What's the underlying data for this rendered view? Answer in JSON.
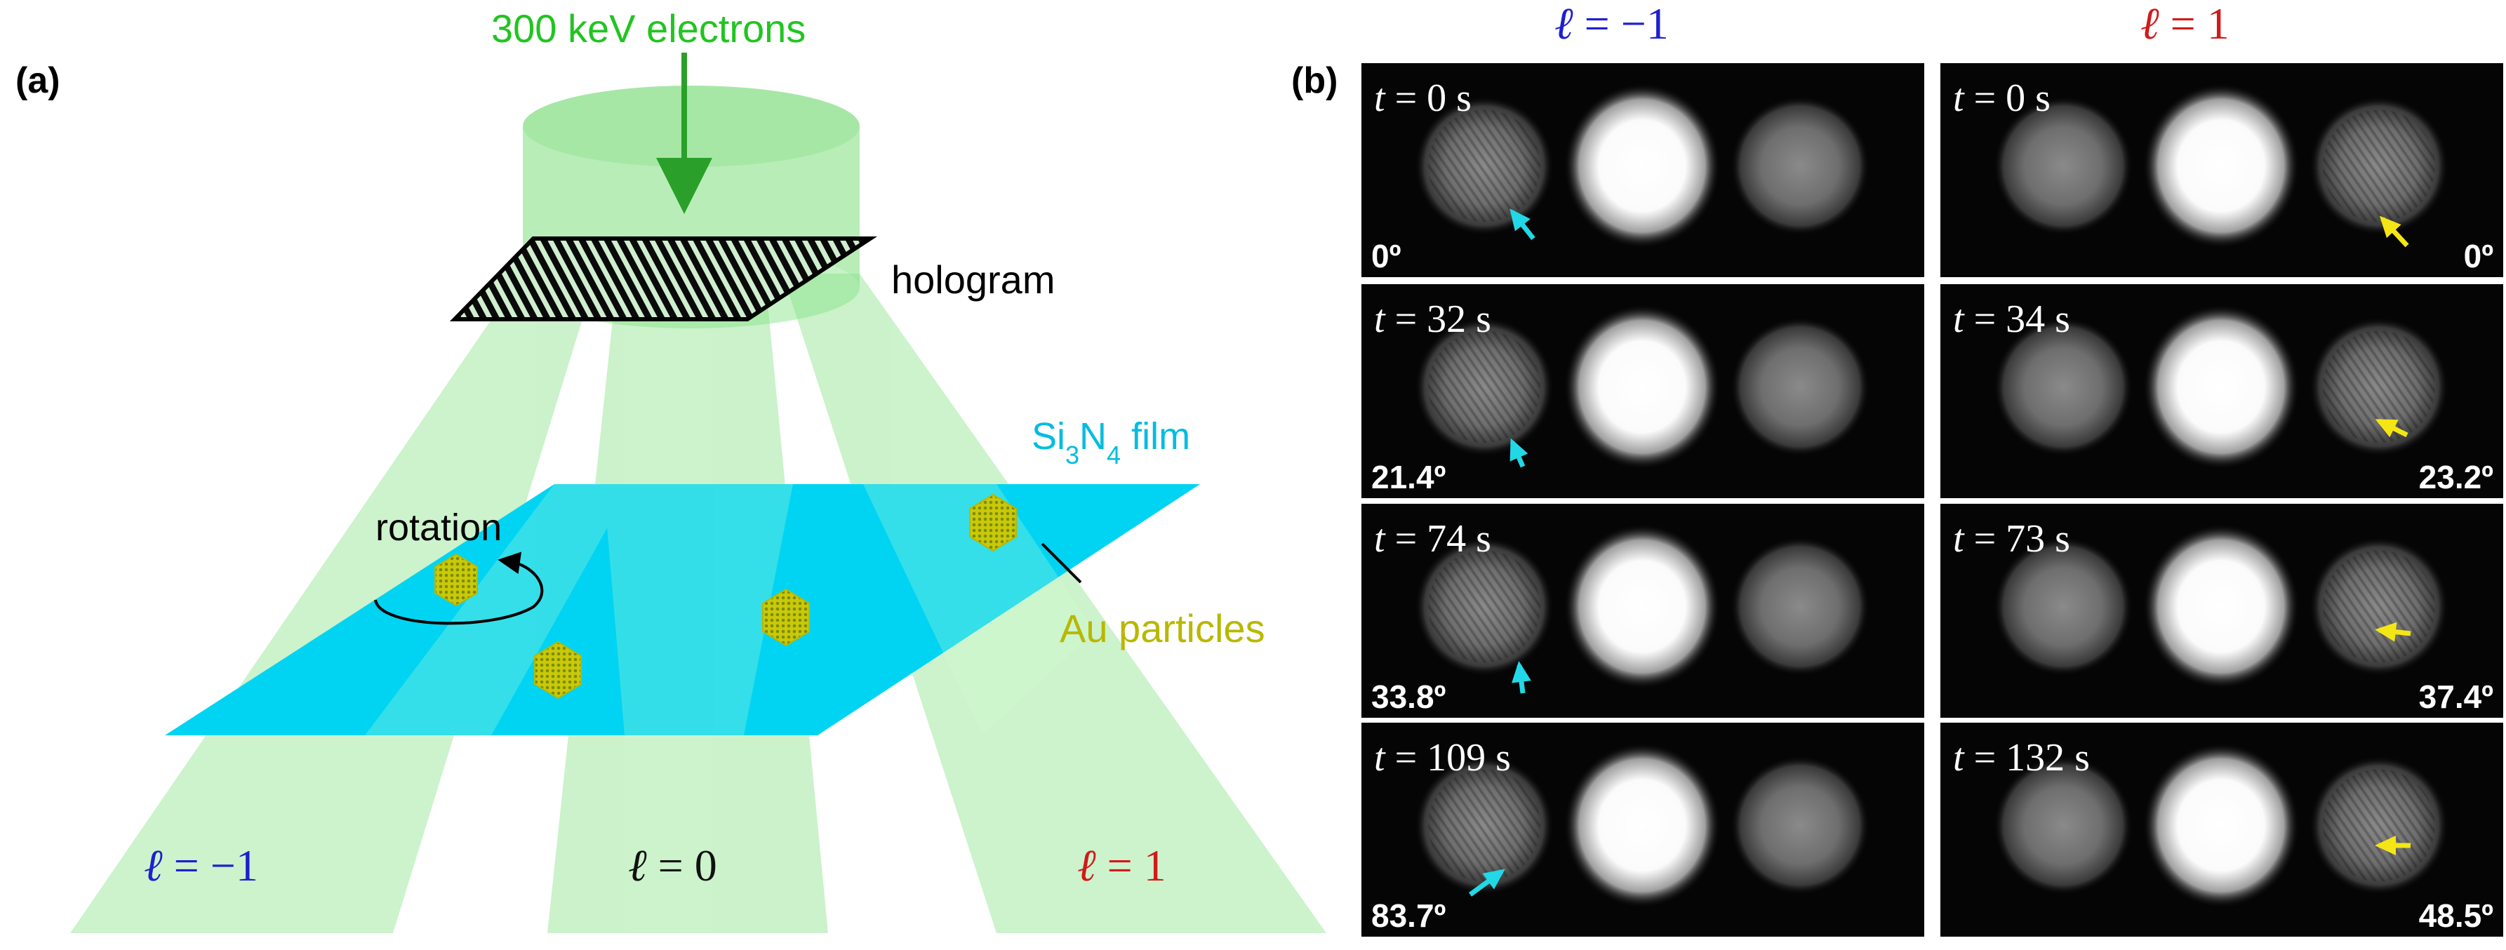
{
  "panel_a": {
    "label": "(a)",
    "electrons": "300 keV electrons",
    "hologram": "hologram",
    "film": {
      "base": "Si",
      "sub1": "3",
      "mid": "N",
      "sub2": "4",
      "tail": " film"
    },
    "rotation": "rotation",
    "particles": "Au particles",
    "beams": [
      {
        "ell": "ℓ",
        "text": " = −1",
        "color": "#1f1fd0"
      },
      {
        "ell": "ℓ",
        "text": " = 0",
        "color": "#111111"
      },
      {
        "ell": "ℓ",
        "text": " = 1",
        "color": "#d11a1a"
      }
    ]
  },
  "panel_b": {
    "label": "(b)",
    "columns": [
      {
        "ell": "ℓ",
        "header": " = −1",
        "color": "#1f1fd0",
        "arrow_color": "#22d8e6",
        "frames": [
          {
            "t": "t",
            "time": " = 0 s",
            "angle": "0º"
          },
          {
            "t": "t",
            "time": " = 32 s",
            "angle": "21.4º"
          },
          {
            "t": "t",
            "time": " = 74 s",
            "angle": "33.8º"
          },
          {
            "t": "t",
            "time": " = 109 s",
            "angle": "83.7º"
          }
        ]
      },
      {
        "ell": "ℓ",
        "header": " = 1",
        "color": "#d11a1a",
        "arrow_color": "#f4e616",
        "frames": [
          {
            "t": "t",
            "time": " = 0 s",
            "angle": "0º"
          },
          {
            "t": "t",
            "time": " = 34 s",
            "angle": "23.2º"
          },
          {
            "t": "t",
            "time": " = 73 s",
            "angle": "37.4º"
          },
          {
            "t": "t",
            "time": " = 132 s",
            "angle": "48.5º"
          }
        ]
      }
    ]
  },
  "colors": {
    "beam": "#7fe07f",
    "film": "#00d4f2",
    "particles": "#b8b800",
    "electrons_text": "#22c422",
    "film_text": "#00bde0"
  }
}
